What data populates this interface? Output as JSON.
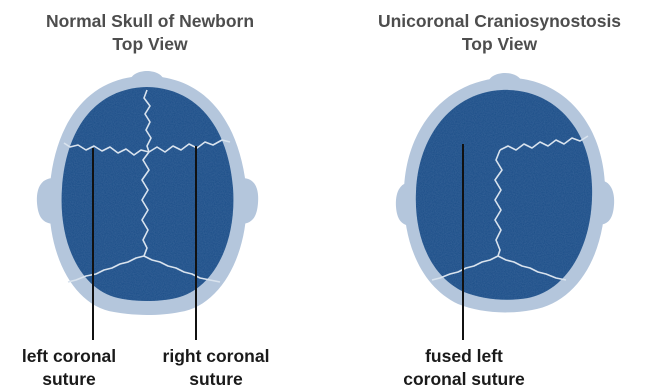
{
  "normal_skull": {
    "title_line1": "Normal Skull of Newborn",
    "title_line2": "Top View",
    "left_label_line1": "left coronal",
    "left_label_line2": "suture",
    "right_label_line1": "right coronal",
    "right_label_line2": "suture"
  },
  "fused_skull": {
    "title_line1": "Unicoronal Craniosynostosis",
    "title_line2": "Top View",
    "label_line1": "fused left",
    "label_line2": "coronal suture"
  },
  "colors": {
    "head_outline": "#b4c6dc",
    "skull_blue": "#1f4e87",
    "suture_line": "#d9e3ee",
    "pointer_line": "#111111",
    "title_text": "#4d4d4d",
    "label_text": "#1a1a1a"
  }
}
